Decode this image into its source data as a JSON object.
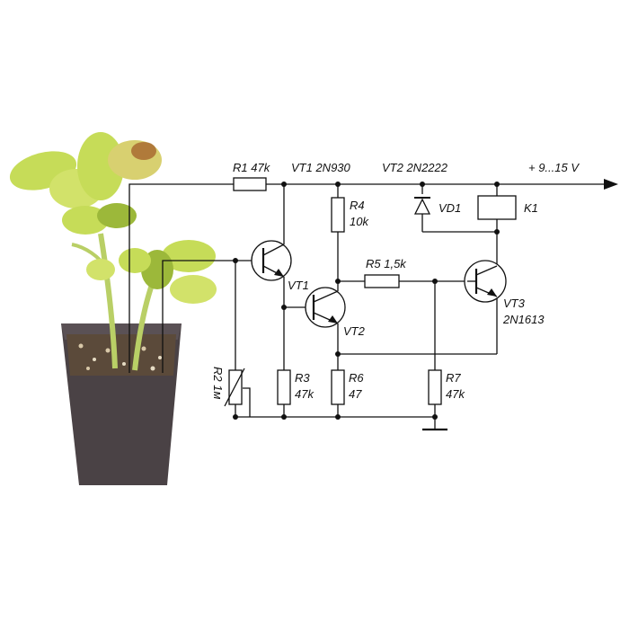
{
  "labels": {
    "r1": "R1 47k",
    "vt1_type": "VT1 2N930",
    "vt2_type": "VT2 2N2222",
    "supply": "+ 9...15 V",
    "r4": "R4",
    "r4_value": "10k",
    "vd1": "VD1",
    "k1": "K1",
    "r5": "R5 1,5k",
    "vt1": "VT1",
    "vt2": "VT2",
    "vt3": "VT3",
    "vt3_type": "2N1613",
    "r2": "R2 1м",
    "r3": "R3",
    "r3_value": "47k",
    "r6": "R6",
    "r6_value": "47",
    "r7": "R7",
    "r7_value": "47k"
  },
  "colors": {
    "ink": "#111111",
    "pot": "#4a4245",
    "soil": "#5b4a3a",
    "leaf": "#c6dc58",
    "leaf_dark": "#9cb83a",
    "stem": "#b9cf66",
    "leaf_brown": "#b07a3a"
  },
  "icons": {
    "plant": "plant-in-pot-icon",
    "ground": "ground-symbol-icon"
  }
}
